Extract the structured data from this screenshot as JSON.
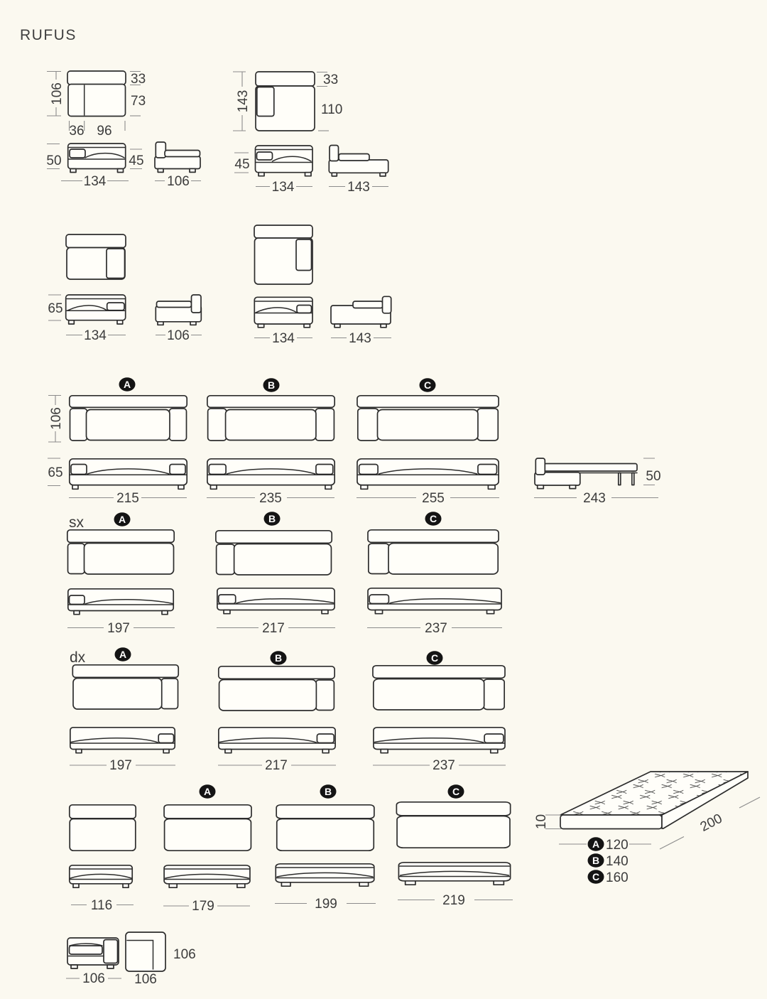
{
  "title": "RUFUS",
  "module_96": {
    "depth": "106",
    "back": "33",
    "seat": "73",
    "arm_width": "36",
    "seat_width": "96",
    "front_height": "50",
    "cushion_height": "45",
    "front_width": "134",
    "side_depth": "106"
  },
  "module_chaise": {
    "depth": "143",
    "back": "33",
    "seat": "110",
    "front_height": "45",
    "front_width": "134",
    "side_depth": "143"
  },
  "module_low": {
    "front_height": "65",
    "front_width": "134",
    "side_depth": "106"
  },
  "module_low_chaise": {
    "front_width": "134",
    "side_depth": "143"
  },
  "sofas": {
    "depth": "106",
    "front_height": "65",
    "variants": [
      {
        "letter": "A",
        "width": "215"
      },
      {
        "letter": "B",
        "width": "235"
      },
      {
        "letter": "C",
        "width": "255"
      }
    ],
    "bed": {
      "width": "243",
      "height": "50"
    }
  },
  "sx": {
    "label": "sx",
    "variants": [
      {
        "letter": "A",
        "width": "197"
      },
      {
        "letter": "B",
        "width": "217"
      },
      {
        "letter": "C",
        "width": "237"
      }
    ]
  },
  "dx": {
    "label": "dx",
    "variants": [
      {
        "letter": "A",
        "width": "197"
      },
      {
        "letter": "B",
        "width": "217"
      },
      {
        "letter": "C",
        "width": "237"
      }
    ]
  },
  "ottomans": {
    "plain_width": "116",
    "variants": [
      {
        "letter": "A",
        "width": "179"
      },
      {
        "letter": "B",
        "width": "199"
      },
      {
        "letter": "C",
        "width": "219"
      }
    ]
  },
  "mattress": {
    "thickness": "10",
    "length": "200",
    "widths": [
      {
        "letter": "A",
        "value": "120"
      },
      {
        "letter": "B",
        "value": "140"
      },
      {
        "letter": "C",
        "value": "160"
      }
    ]
  },
  "corner": {
    "front_width": "106",
    "top_width": "106",
    "top_depth": "106"
  }
}
